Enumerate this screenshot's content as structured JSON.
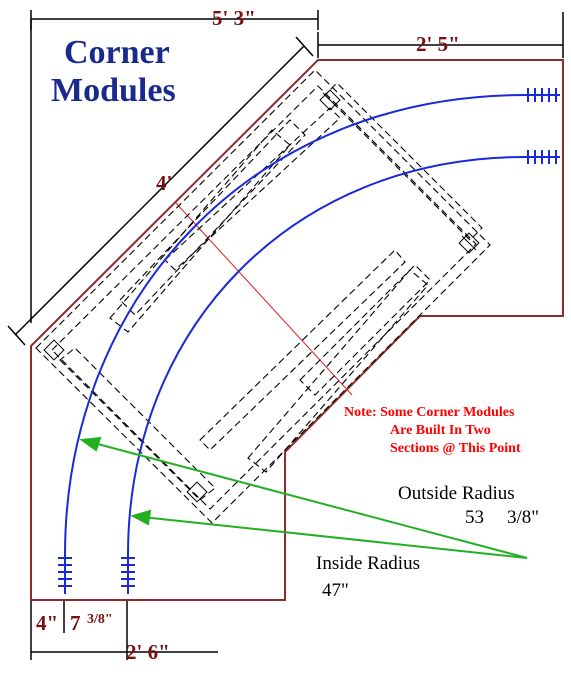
{
  "title": {
    "line1": "Corner",
    "line2": "Modules"
  },
  "dimensions": {
    "overall_width": "5' 3\"",
    "top_right": "2' 5\"",
    "diagonal": "4'",
    "bottom_width": "2' 6\"",
    "left_offset": "4\"",
    "track_spacing_whole": "7",
    "track_spacing_fraction": "3/8\""
  },
  "note": {
    "line1": "Note: Some Corner Modules",
    "line2": "Are Built In Two",
    "line3": "Sections @ This Point"
  },
  "outside_radius": {
    "label": "Outside Radius",
    "value_whole": "53",
    "value_fraction": "3/8\""
  },
  "inside_radius": {
    "label": "Inside Radius",
    "value": "47\""
  },
  "colors": {
    "module_outline": "#8b2d2d",
    "track": "#1a2ad8",
    "arrows": "#22b022",
    "note": "#ff0000",
    "title": "#1a2a8c",
    "dimension_text": "#7a1010",
    "framing": "#000000"
  }
}
